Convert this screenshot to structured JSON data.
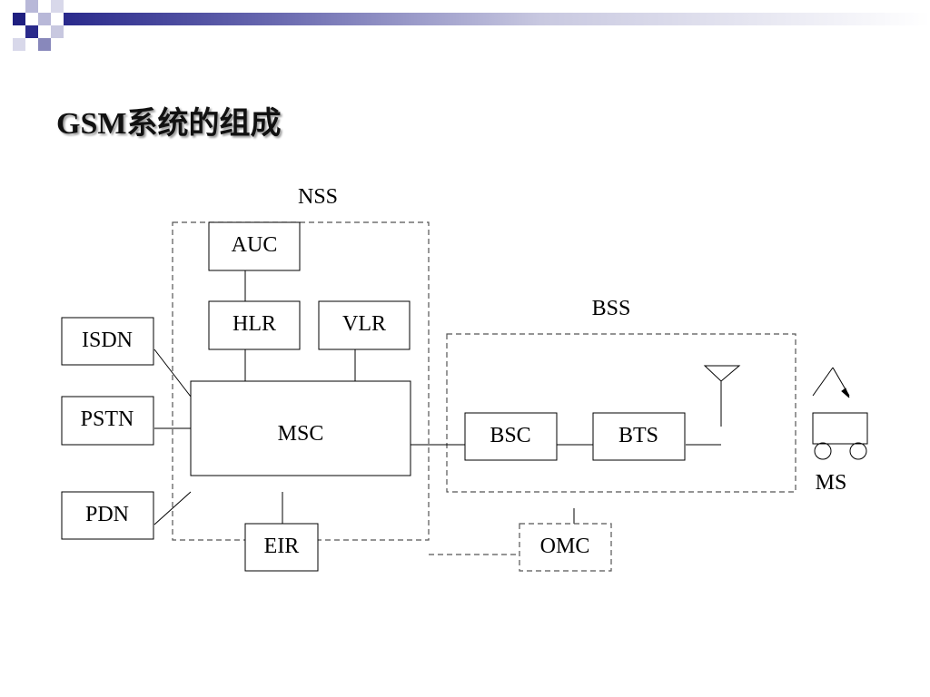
{
  "slide": {
    "title": "GSM系统的组成"
  },
  "diagram": {
    "groups": {
      "nss": "NSS",
      "bss": "BSS"
    },
    "nodes": {
      "auc": "AUC",
      "hlr": "HLR",
      "vlr": "VLR",
      "msc": "MSC",
      "eir": "EIR",
      "isdn": "ISDN",
      "pstn": "PSTN",
      "pdn": "PDN",
      "bsc": "BSC",
      "bts": "BTS",
      "omc": "OMC",
      "ms": "MS"
    },
    "icons": {
      "antenna": "antenna-icon",
      "mobile_station": "vehicle-icon",
      "radio_link": "arrow-icon"
    },
    "colors": {
      "header_dark": "#2a2a8c",
      "header_light": "#c8c8e0",
      "line": "#000000",
      "dashed_border": "#555555"
    }
  }
}
